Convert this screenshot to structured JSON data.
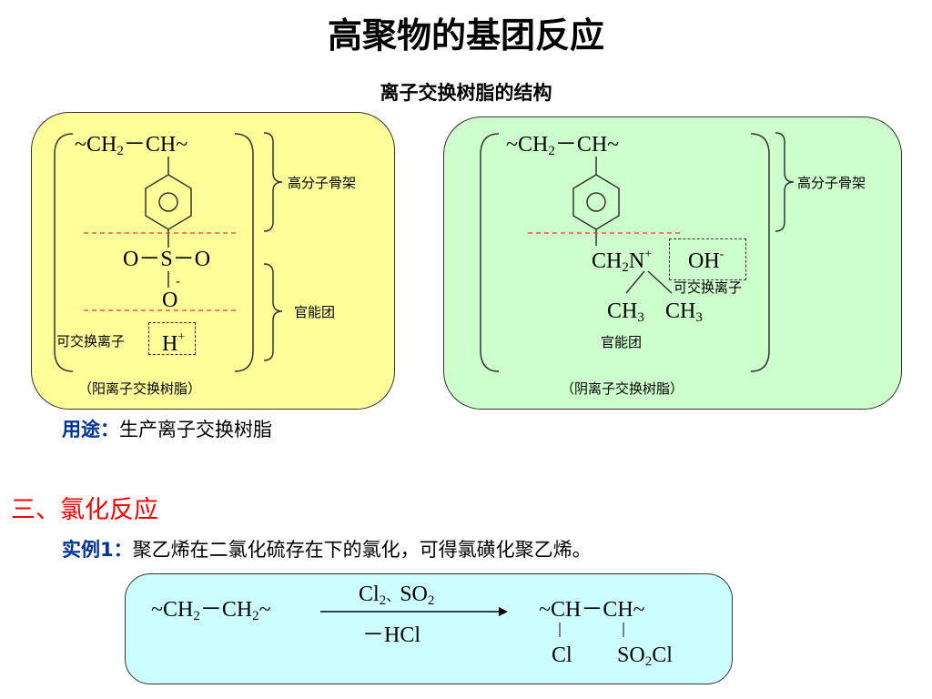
{
  "title": "高聚物的基团反应",
  "subtitle": "离子交换树脂的结构",
  "cation_resin": {
    "chain_left": "~CH",
    "chain_sub": "2",
    "chain_dash": "－",
    "chain_right": "CH~",
    "backbone_label": "高分子骨架",
    "sulfonate_left": "O",
    "sulfonate_dash1": "－",
    "sulfonate_center": "S",
    "sulfonate_dash2": "－",
    "sulfonate_right": "O",
    "oxygen_bottom": "O",
    "oxygen_charge": "-",
    "functional_group_label": "官能团",
    "exchange_label": "可交换离子",
    "exchange_ion": "H",
    "exchange_ion_charge": "+",
    "caption": "（阳离子交换树脂）"
  },
  "anion_resin": {
    "chain_left": "~CH",
    "chain_sub": "2",
    "chain_dash": "－",
    "chain_right": "CH~",
    "backbone_label": "高分子骨架",
    "ammonium_prefix": "CH",
    "ammonium_sub": "2",
    "ammonium_n": "N",
    "ammonium_charge": "+",
    "exchange_ion": "OH",
    "exchange_ion_charge": "-",
    "exchange_label": "可交换离子",
    "methyl_1": "CH",
    "methyl_1_sub": "3",
    "methyl_2": "CH",
    "methyl_2_sub": "3",
    "functional_group_label": "官能团",
    "caption": "（阴离子交换树脂）"
  },
  "usage": {
    "label": "用途：",
    "text": "生产离子交换树脂"
  },
  "section3": {
    "heading": "三、氯化反应"
  },
  "example1": {
    "label": "实例1：",
    "text": "聚乙烯在二氯化硫存在下的氯化，可得氯磺化聚乙烯。"
  },
  "reaction": {
    "reactant_1": "~CH",
    "reactant_1_sub": "2",
    "reactant_dash": "－",
    "reactant_2": "CH",
    "reactant_2_sub": "2",
    "reactant_tail": "~",
    "reagent_cl": "Cl",
    "reagent_cl_sub": "2",
    "reagent_sep": "、",
    "reagent_so": "SO",
    "reagent_so_sub": "2",
    "byproduct": "－HCl",
    "product_left": "~CH",
    "product_dash": "－",
    "product_right": "CH~",
    "substituent_1": "Cl",
    "substituent_2a": "SO",
    "substituent_2_sub": "2",
    "substituent_2b": "Cl"
  }
}
